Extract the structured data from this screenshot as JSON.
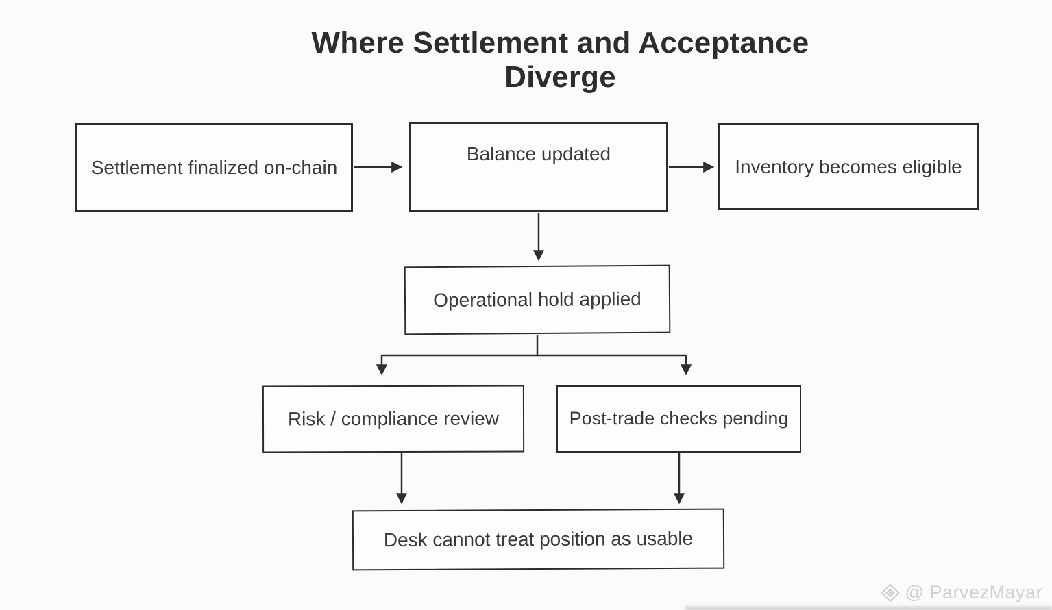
{
  "title": "Where Settlement and Acceptance Diverge",
  "watermark": {
    "handle": "@ ParvezMayar",
    "icon": "diamond-logo-icon"
  },
  "colors": {
    "background": "#fbfbf9",
    "box_fill": "#fdfdfc",
    "box_border": "#2c2c2c",
    "box_text": "#3a3a3a",
    "title_text": "#2d2d2d",
    "connector": "#2f2f2f",
    "watermark_text": "#d0d0d0"
  },
  "diagram": {
    "nodes": [
      {
        "id": "settlement",
        "label": "Settlement finalized on-chain"
      },
      {
        "id": "balance",
        "label": "Balance updated"
      },
      {
        "id": "inventory",
        "label": "Inventory becomes eligible"
      },
      {
        "id": "hold",
        "label": "Operational hold applied"
      },
      {
        "id": "risk",
        "label": "Risk / compliance review"
      },
      {
        "id": "posttrade",
        "label": "Post-trade checks pending"
      },
      {
        "id": "desk",
        "label": "Desk cannot treat position as usable"
      }
    ],
    "edges": [
      {
        "from": "settlement",
        "to": "balance"
      },
      {
        "from": "balance",
        "to": "inventory"
      },
      {
        "from": "balance",
        "to": "hold"
      },
      {
        "from": "hold",
        "to": "risk"
      },
      {
        "from": "hold",
        "to": "posttrade"
      },
      {
        "from": "risk",
        "to": "desk"
      },
      {
        "from": "posttrade",
        "to": "desk"
      }
    ]
  }
}
